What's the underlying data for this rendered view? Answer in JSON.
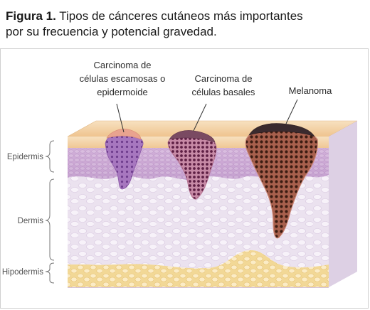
{
  "caption": {
    "label": "Figura 1.",
    "line1": "Tipos de cánceres cutáneos más importantes",
    "line2": "por su frecuencia y potencial gravedad."
  },
  "tumors": [
    {
      "line1": "Carcinoma de",
      "line2": "células escamosas o",
      "line3": "epidermoide"
    },
    {
      "line1": "Carcinoma de",
      "line2": "células basales"
    },
    {
      "line1": "Melanoma"
    }
  ],
  "layers": {
    "epidermis": "Epidermis",
    "dermis": "Dermis",
    "hypodermis": "Hipodermis"
  },
  "colors": {
    "epidermis_top": "#f3cf9e",
    "epidermis_basal": "#c6a2cf",
    "dermis": "#ece3f0",
    "hypodermis": "#f5dca0",
    "squamous": "#8f5aa8",
    "basal": "#7a2e55",
    "melanoma": "#4a2418"
  }
}
